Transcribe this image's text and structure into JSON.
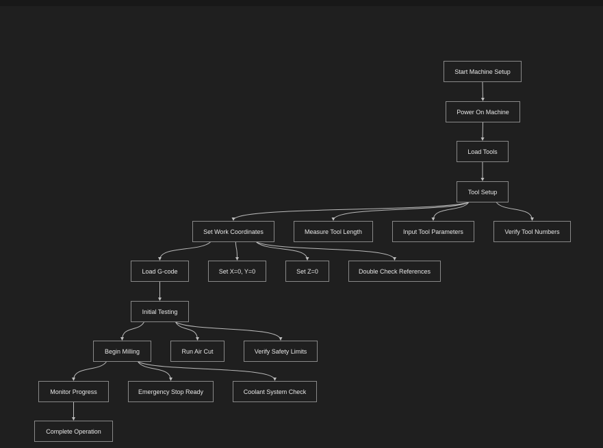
{
  "diagram": {
    "nodes": {
      "start": "Start Machine Setup",
      "power": "Power On Machine",
      "loadtools": "Load Tools",
      "toolsetup": "Tool Setup",
      "setwork": "Set Work Coordinates",
      "measure": "Measure Tool Length",
      "input": "Input Tool Parameters",
      "verifytool": "Verify Tool Numbers",
      "gcode": "Load G-code",
      "setxy": "Set X=0, Y=0",
      "setz": "Set Z=0",
      "double": "Double Check References",
      "initial": "Initial Testing",
      "begin": "Begin Milling",
      "aircut": "Run Air Cut",
      "safety": "Verify Safety Limits",
      "monitor": "Monitor Progress",
      "estop": "Emergency Stop Ready",
      "coolant": "Coolant System Check",
      "complete": "Complete Operation"
    },
    "edges": [
      [
        "start",
        "power"
      ],
      [
        "power",
        "loadtools"
      ],
      [
        "loadtools",
        "toolsetup"
      ],
      [
        "toolsetup",
        "setwork"
      ],
      [
        "toolsetup",
        "measure"
      ],
      [
        "toolsetup",
        "input"
      ],
      [
        "toolsetup",
        "verifytool"
      ],
      [
        "setwork",
        "gcode"
      ],
      [
        "setwork",
        "setxy"
      ],
      [
        "setwork",
        "setz"
      ],
      [
        "setwork",
        "double"
      ],
      [
        "gcode",
        "initial"
      ],
      [
        "initial",
        "begin"
      ],
      [
        "initial",
        "aircut"
      ],
      [
        "initial",
        "safety"
      ],
      [
        "begin",
        "monitor"
      ],
      [
        "begin",
        "estop"
      ],
      [
        "begin",
        "coolant"
      ],
      [
        "monitor",
        "complete"
      ]
    ],
    "colors": {
      "background": "#1f1f1f",
      "node_border": "#8a8a8a",
      "edge": "#bdbdbd",
      "text": "#e6e6e6"
    }
  }
}
